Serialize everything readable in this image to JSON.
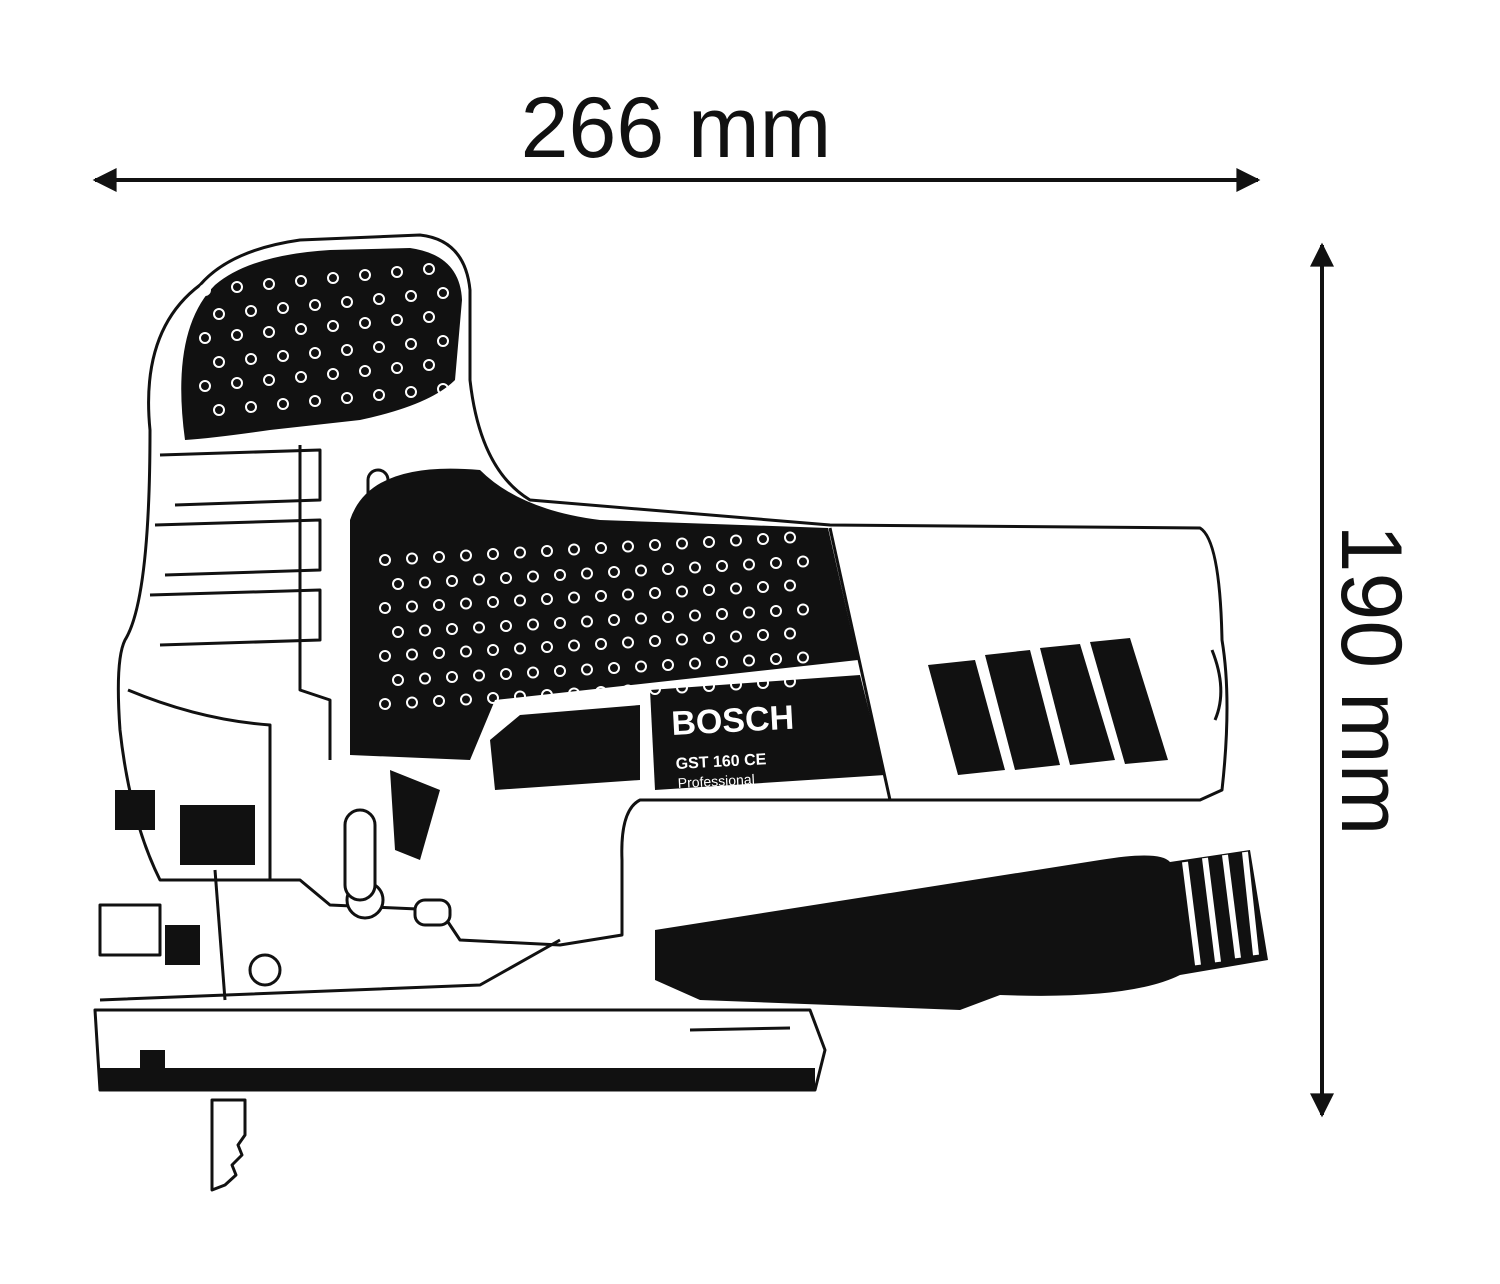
{
  "dimensions": {
    "width_label": "266 mm",
    "height_label": "190 mm"
  },
  "product_label": {
    "brand": "BOSCH",
    "model": "GST 160 CE",
    "line": "Professional"
  },
  "colors": {
    "ink": "#111111",
    "background": "#ffffff"
  }
}
